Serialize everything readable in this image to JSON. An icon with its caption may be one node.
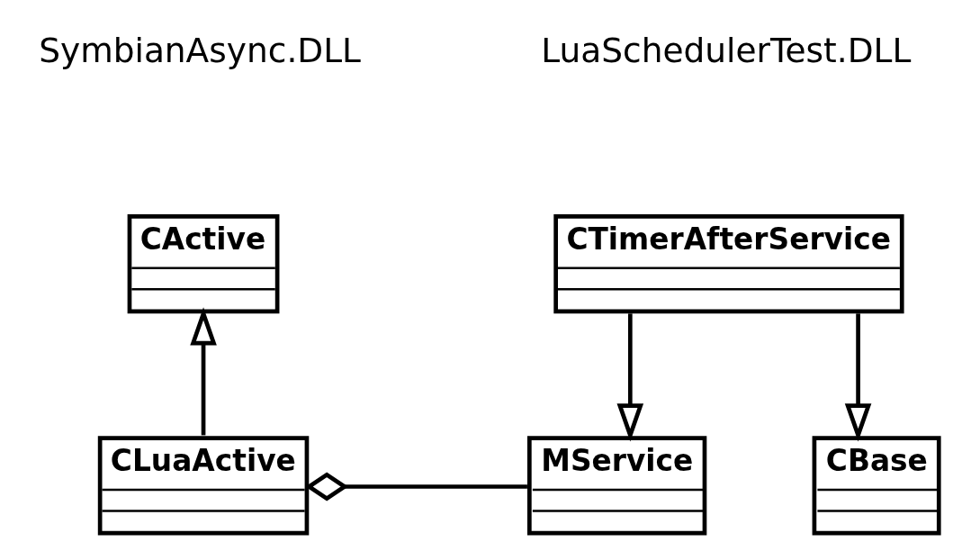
{
  "diagram": {
    "nodes": [
      {
        "text": [
          "CActive"
        ]
      },
      {
        "text": [
          "CLuaActive"
        ]
      },
      {
        "text": [
          "CTimerAfterService"
        ]
      },
      {
        "text": [
          "MService"
        ]
      },
      {
        "text": [
          "CBase"
        ]
      }
    ],
    "edges": [
      {
        "from": 1,
        "to": 0,
        "arrow": "to"
      },
      {
        "from": 2,
        "to": 3,
        "arrow": "to"
      },
      {
        "from": 2,
        "to": 4,
        "arrow": "to"
      },
      {
        "from": 3,
        "to": 1,
        "arrow": "other"
      }
    ],
    "labels": [
      "SymbianAsync.DLL",
      "LuaSchedulerTest.DLL"
    ]
  }
}
